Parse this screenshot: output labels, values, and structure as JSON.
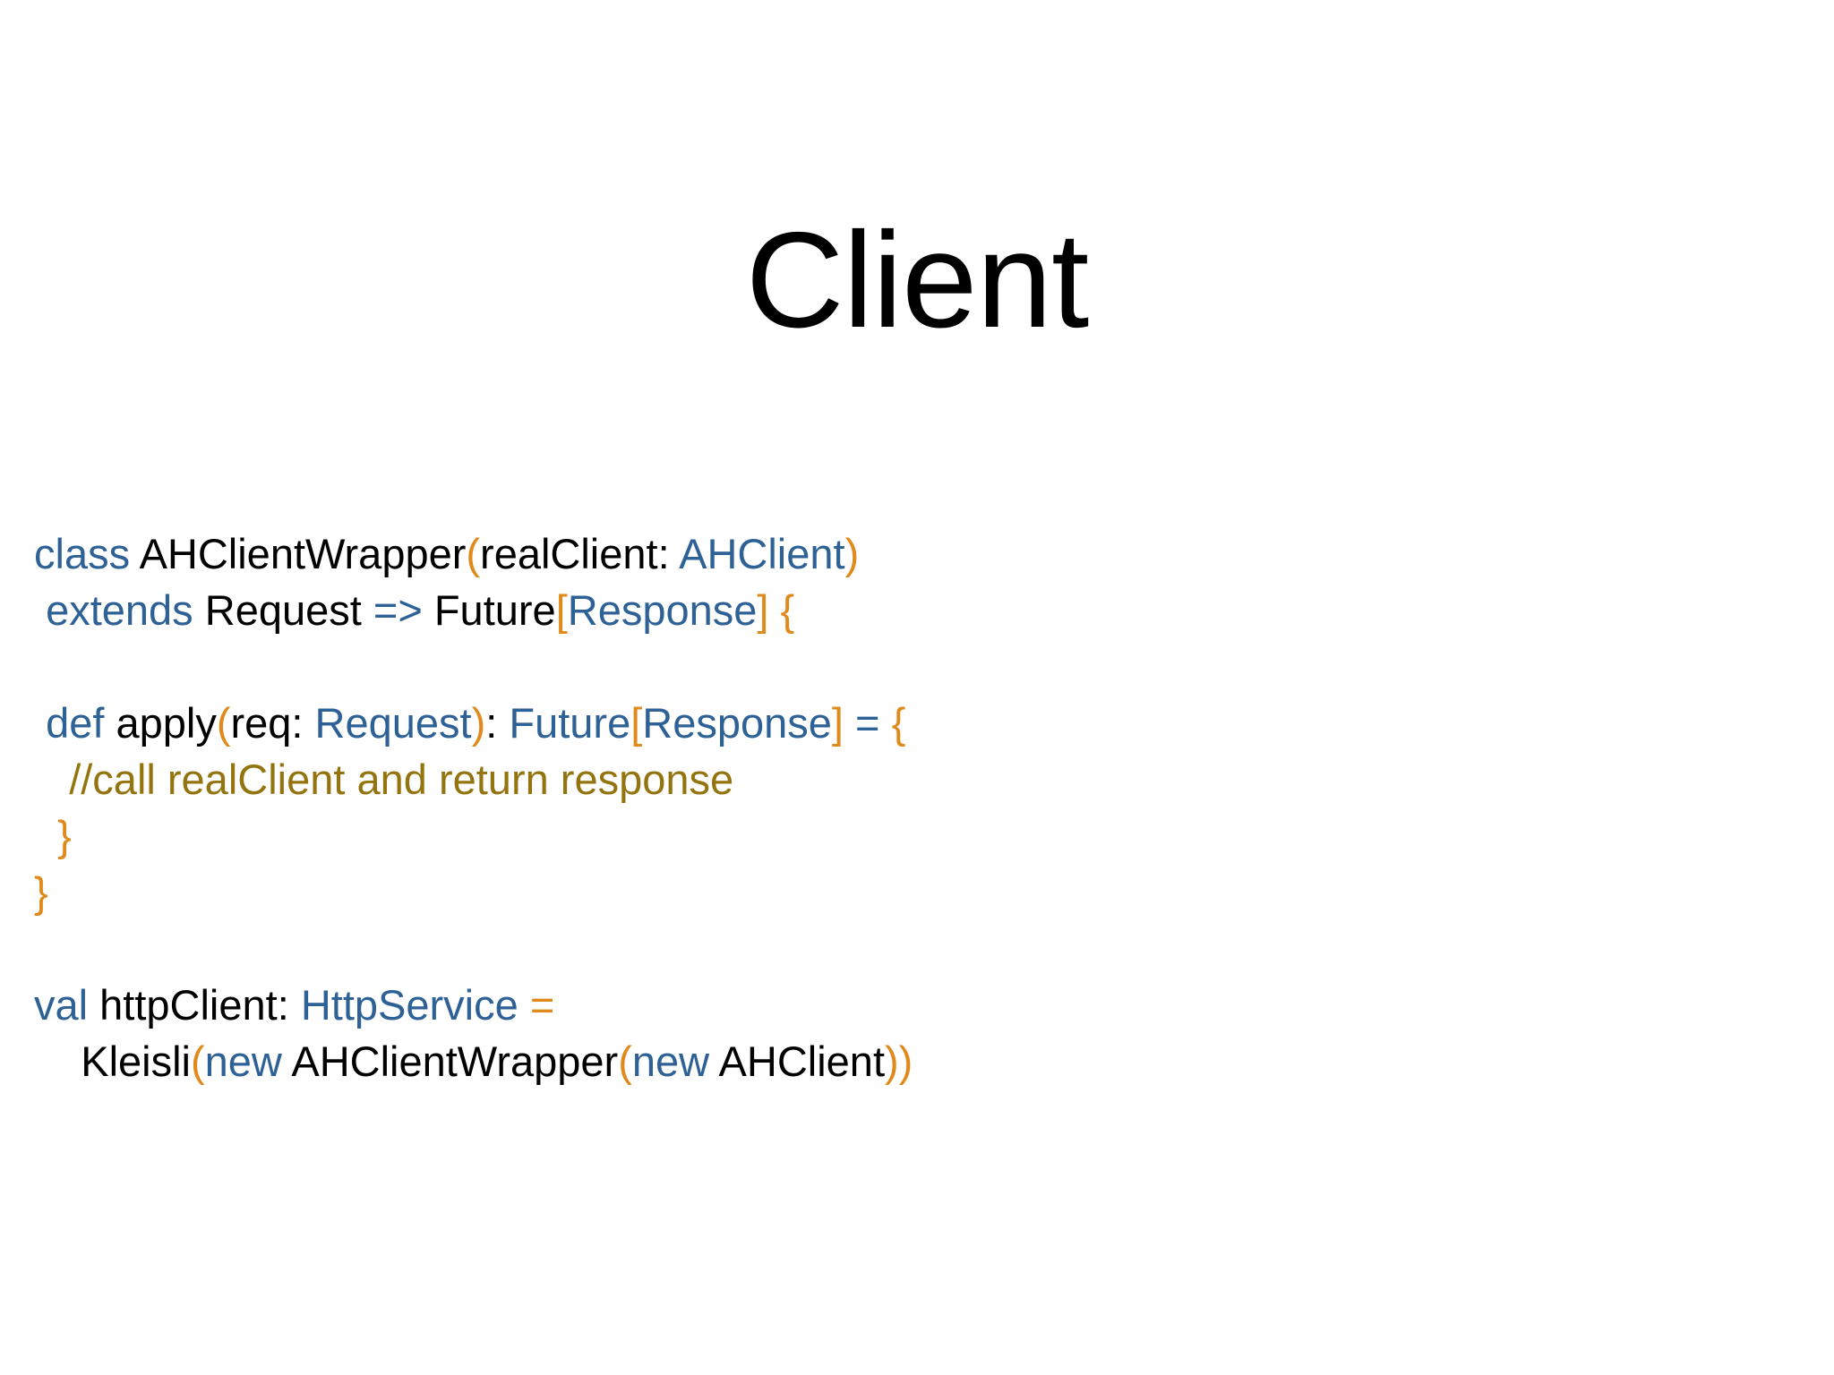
{
  "slide": {
    "title": "Client",
    "background_color": "#ffffff",
    "title_color": "#000000"
  },
  "palette": {
    "keyword_blue": "#2E6195",
    "type_blue": "#2E6195",
    "punctuation_orange": "#E08A1C",
    "comment_gold": "#93740F",
    "plain_black": "#000000"
  },
  "code": {
    "language": "scala",
    "plain_text": "class AHClientWrapper(realClient: AHClient)\n  extends Request => Future[Response] {\n\n  def apply(req: Request): Future[Response] = {\n    //call realClient and return response\n  }\n}\n\nval httpClient: HttpService =\n    Kleisli(new AHClientWrapper(new AHClient))",
    "lines": [
      {
        "id": "line-1",
        "indent": "",
        "tokens": [
          {
            "text": "class",
            "kind": "keyword"
          },
          {
            "text": " ",
            "kind": "plain"
          },
          {
            "text": "AHClientWrapper",
            "kind": "plain"
          },
          {
            "text": "(",
            "kind": "punctuation"
          },
          {
            "text": "realClient: ",
            "kind": "plain"
          },
          {
            "text": "AHClient",
            "kind": "type"
          },
          {
            "text": ")",
            "kind": "punctuation"
          }
        ]
      },
      {
        "id": "line-2",
        "indent": " ",
        "tokens": [
          {
            "text": " ",
            "kind": "plain"
          },
          {
            "text": "extends",
            "kind": "keyword"
          },
          {
            "text": " ",
            "kind": "plain"
          },
          {
            "text": "Request",
            "kind": "plain"
          },
          {
            "text": " ",
            "kind": "plain"
          },
          {
            "text": "=>",
            "kind": "operator-blue"
          },
          {
            "text": " ",
            "kind": "plain"
          },
          {
            "text": "Future",
            "kind": "plain"
          },
          {
            "text": "[",
            "kind": "punctuation"
          },
          {
            "text": "Response",
            "kind": "type"
          },
          {
            "text": "]",
            "kind": "punctuation"
          },
          {
            "text": " ",
            "kind": "plain"
          },
          {
            "text": "{",
            "kind": "punctuation"
          }
        ]
      },
      {
        "id": "line-3",
        "indent": "",
        "tokens": []
      },
      {
        "id": "line-4",
        "indent": " ",
        "tokens": [
          {
            "text": " ",
            "kind": "plain"
          },
          {
            "text": "def",
            "kind": "keyword"
          },
          {
            "text": " ",
            "kind": "plain"
          },
          {
            "text": "apply",
            "kind": "plain"
          },
          {
            "text": "(",
            "kind": "punctuation"
          },
          {
            "text": "req: ",
            "kind": "plain"
          },
          {
            "text": "Request",
            "kind": "type"
          },
          {
            "text": ")",
            "kind": "punctuation"
          },
          {
            "text": ": ",
            "kind": "plain"
          },
          {
            "text": "Future",
            "kind": "type"
          },
          {
            "text": "[",
            "kind": "punctuation"
          },
          {
            "text": "Response",
            "kind": "type"
          },
          {
            "text": "]",
            "kind": "punctuation"
          },
          {
            "text": " ",
            "kind": "plain"
          },
          {
            "text": "=",
            "kind": "operator-blue"
          },
          {
            "text": " ",
            "kind": "plain"
          },
          {
            "text": "{",
            "kind": "punctuation"
          }
        ]
      },
      {
        "id": "line-5",
        "indent": "  ",
        "tokens": [
          {
            "text": "   ",
            "kind": "plain"
          },
          {
            "text": "//call realClient and return response",
            "kind": "comment"
          }
        ]
      },
      {
        "id": "line-6",
        "indent": " ",
        "tokens": [
          {
            "text": "  ",
            "kind": "plain"
          },
          {
            "text": "}",
            "kind": "punctuation"
          }
        ]
      },
      {
        "id": "line-7",
        "indent": "",
        "tokens": [
          {
            "text": "}",
            "kind": "punctuation"
          }
        ]
      },
      {
        "id": "line-8",
        "indent": "",
        "tokens": []
      },
      {
        "id": "line-9",
        "indent": "",
        "tokens": [
          {
            "text": "val",
            "kind": "keyword"
          },
          {
            "text": " ",
            "kind": "plain"
          },
          {
            "text": "httpClient: ",
            "kind": "plain"
          },
          {
            "text": "HttpService",
            "kind": "type"
          },
          {
            "text": " ",
            "kind": "plain"
          },
          {
            "text": "=",
            "kind": "operator-orange"
          }
        ]
      },
      {
        "id": "line-10",
        "indent": "    ",
        "tokens": [
          {
            "text": "    ",
            "kind": "plain"
          },
          {
            "text": "Kleisli",
            "kind": "plain"
          },
          {
            "text": "(",
            "kind": "punctuation"
          },
          {
            "text": "new",
            "kind": "keyword"
          },
          {
            "text": " ",
            "kind": "plain"
          },
          {
            "text": "AHClientWrapper",
            "kind": "plain"
          },
          {
            "text": "(",
            "kind": "punctuation"
          },
          {
            "text": "new",
            "kind": "keyword"
          },
          {
            "text": " ",
            "kind": "plain"
          },
          {
            "text": "AHClient",
            "kind": "plain"
          },
          {
            "text": ")",
            "kind": "punctuation"
          },
          {
            "text": ")",
            "kind": "punctuation"
          }
        ]
      }
    ]
  }
}
